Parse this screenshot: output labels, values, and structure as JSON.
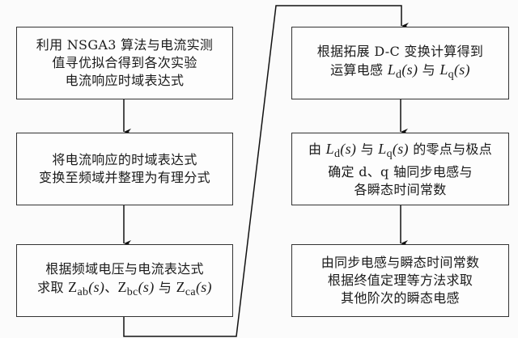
{
  "diagram": {
    "type": "flowchart",
    "stroke_color": "#333333",
    "background_color": "#fbfbfb",
    "steps": [
      {
        "id": "step-1",
        "lines": [
          "利用 NSGA3 算法与电流实测",
          "值寻优拟合得到各次实验",
          "电流响应时域表达式"
        ]
      },
      {
        "id": "step-2",
        "lines": [
          "将电流响应的时域表达式",
          "变换至频域并整理为有理分式"
        ]
      },
      {
        "id": "step-3",
        "line1": "根据频域电压与电流表达式",
        "line2": {
          "prefix": "求取 ",
          "z1": "Z",
          "z1_sub": "ab",
          "z1_arg": "(s)",
          "sep1": "、",
          "z2": "Z",
          "z2_sub": "bc",
          "z2_arg": "(s)",
          "sep2": " 与 ",
          "z3": "Z",
          "z3_sub": "ca",
          "z3_arg": "(s)"
        }
      },
      {
        "id": "step-4",
        "line1": "根据拓展 D-C 变换计算得到",
        "line2": {
          "prefix": "运算电感 ",
          "l1": "L",
          "l1_sub": "d",
          "l1_arg": "(s)",
          "sep": " 与 ",
          "l2": "L",
          "l2_sub": "q",
          "l2_arg": "(s)"
        }
      },
      {
        "id": "step-5",
        "line1": {
          "prefix": "由 ",
          "l1": "L",
          "l1_sub": "d",
          "l1_arg": "(s)",
          "sep": " 与 ",
          "l2": "L",
          "l2_sub": "q",
          "l2_arg": "(s)",
          "suffix": " 的零点与极点"
        },
        "line2": "确定 d、q 轴同步电感与",
        "line3": "各瞬态时间常数"
      },
      {
        "id": "step-6",
        "lines": [
          "由同步电感与瞬态时间常数",
          "根据终值定理等方法求取",
          "其他阶次的瞬态电感"
        ]
      }
    ],
    "edges": [
      {
        "from": "step-1",
        "to": "step-2"
      },
      {
        "from": "step-2",
        "to": "step-3"
      },
      {
        "from": "step-3",
        "to": "step-4"
      },
      {
        "from": "step-4",
        "to": "step-5"
      },
      {
        "from": "step-5",
        "to": "step-6"
      }
    ]
  }
}
